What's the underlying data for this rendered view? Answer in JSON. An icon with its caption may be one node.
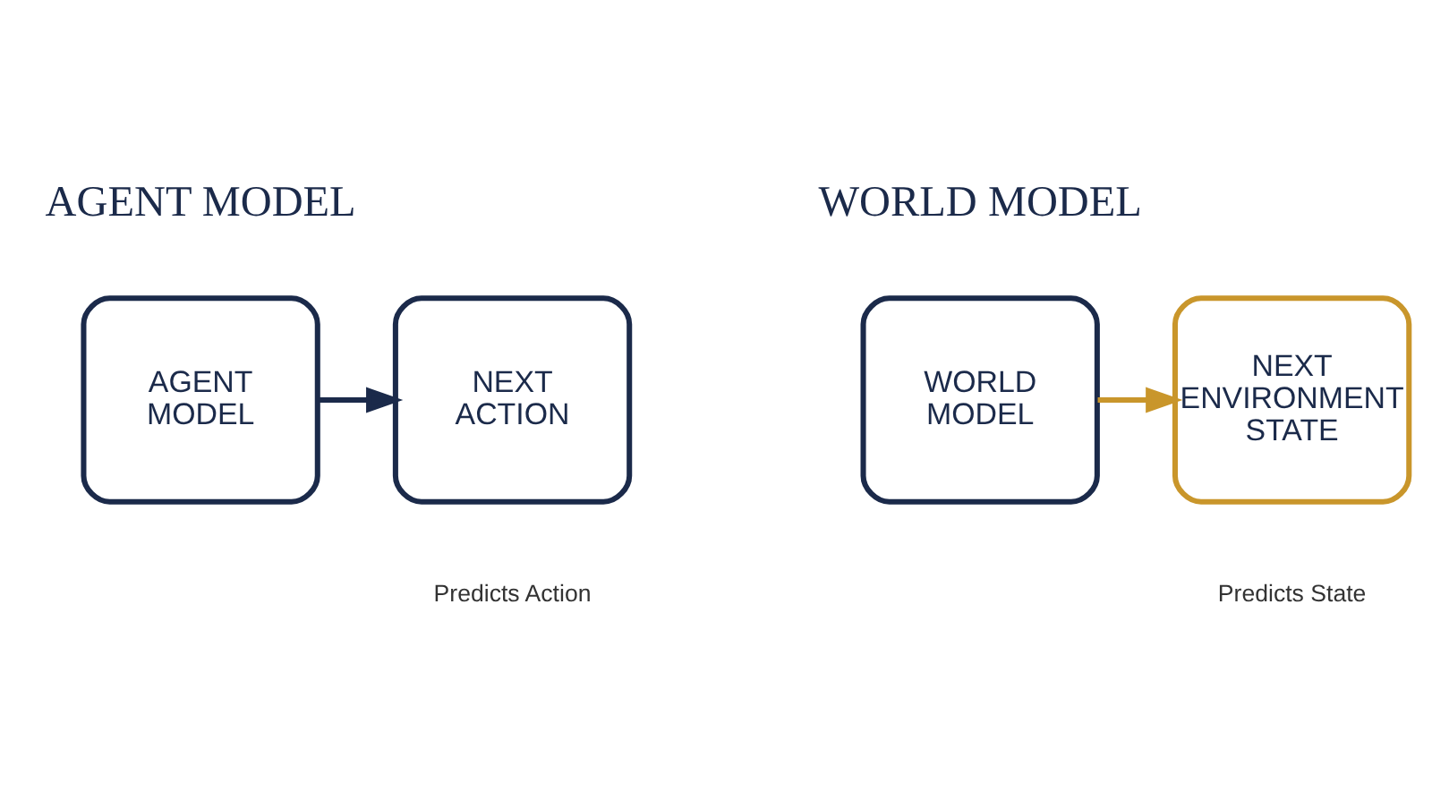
{
  "diagram": {
    "nodes": [
      {
        "text": [
          "AGENT MODEL"
        ]
      },
      {
        "text": [
          "NEXT ACTION"
        ],
        "beside": [
          "Predicts Action"
        ]
      },
      {
        "text": [
          "WORLD MODEL"
        ]
      },
      {
        "text": [
          "NEXT ENVIRONMENT STATE"
        ],
        "beside": [
          "Predicts State"
        ]
      }
    ],
    "edges": [
      {
        "from": 0,
        "to": 1,
        "arrow": "to",
        "color": "#1b2a4a"
      },
      {
        "from": 2,
        "to": 3,
        "arrow": "to",
        "color": "#c9962b"
      }
    ],
    "labels": [
      "AGENT MODEL",
      "WORLD MODEL"
    ]
  }
}
